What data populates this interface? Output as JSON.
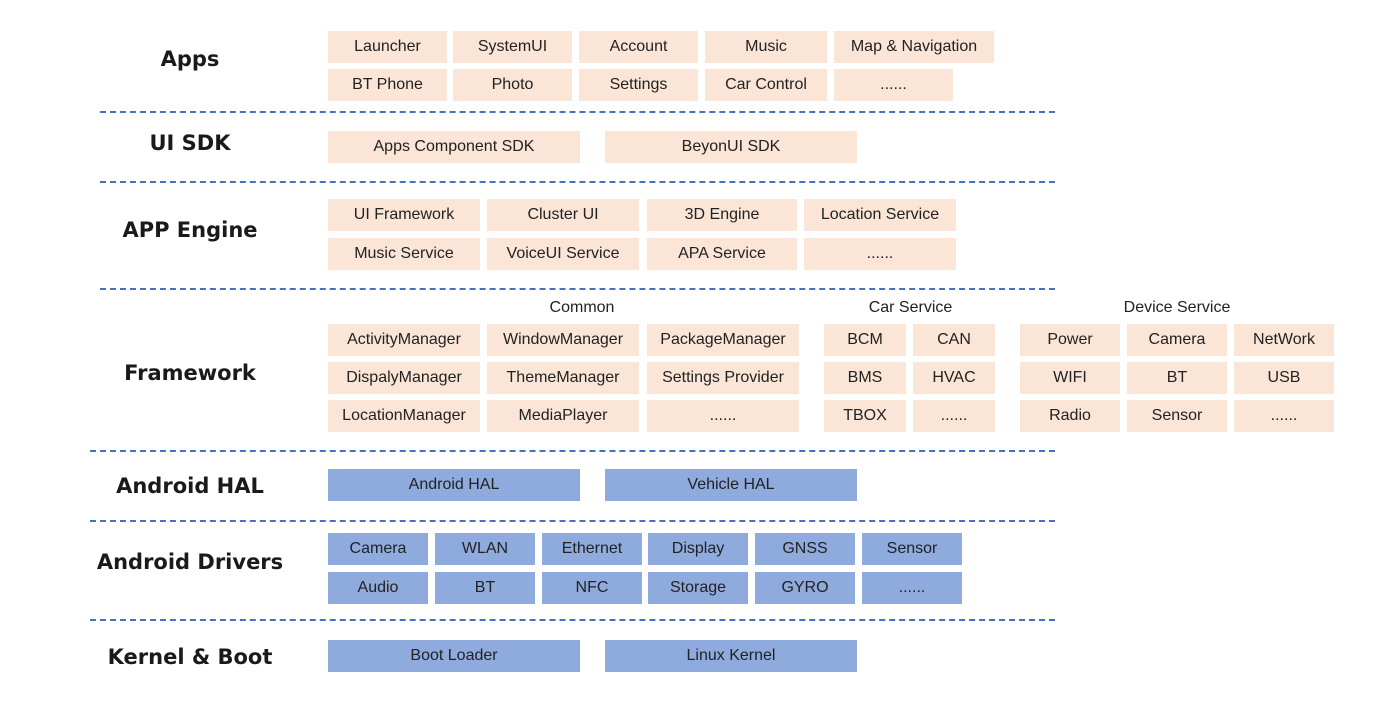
{
  "layers": {
    "apps": "Apps",
    "ui_sdk": "UI SDK",
    "app_engine": "APP Engine",
    "framework": "Framework",
    "android_hal": "Android HAL",
    "android_drivers": "Android Drivers",
    "kernel_boot": "Kernel & Boot"
  },
  "apps": {
    "row1": [
      "Launcher",
      "SystemUI",
      "Account",
      "Music",
      "Map & Navigation"
    ],
    "row2": [
      "BT Phone",
      "Photo",
      "Settings",
      "Car Control",
      "......"
    ]
  },
  "ui_sdk": [
    "Apps Component SDK",
    "BeyonUI SDK"
  ],
  "app_engine": {
    "row1": [
      "UI Framework",
      "Cluster UI",
      "3D Engine",
      "Location Service"
    ],
    "row2": [
      "Music Service",
      "VoiceUI Service",
      "APA Service",
      "......"
    ]
  },
  "framework": {
    "common_title": "Common",
    "car_service_title": "Car Service",
    "device_service_title": "Device Service",
    "common": [
      [
        "ActivityManager",
        "WindowManager",
        "PackageManager"
      ],
      [
        "DispalyManager",
        "ThemeManager",
        "Settings Provider"
      ],
      [
        "LocationManager",
        "MediaPlayer",
        "......"
      ]
    ],
    "car_service": [
      [
        "BCM",
        "CAN"
      ],
      [
        "BMS",
        "HVAC"
      ],
      [
        "TBOX",
        "......"
      ]
    ],
    "device_service": [
      [
        "Power",
        "Camera",
        "NetWork"
      ],
      [
        "WIFI",
        "BT",
        "USB"
      ],
      [
        "Radio",
        "Sensor",
        "......"
      ]
    ]
  },
  "android_hal": [
    "Android HAL",
    "Vehicle HAL"
  ],
  "android_drivers": {
    "row1": [
      "Camera",
      "WLAN",
      "Ethernet",
      "Display",
      "GNSS",
      "Sensor"
    ],
    "row2": [
      "Audio",
      "BT",
      "NFC",
      "Storage",
      "GYRO",
      "......"
    ]
  },
  "kernel_boot": [
    "Boot Loader",
    "Linux Kernel"
  ],
  "colors": {
    "peach": "#fbe5d6",
    "blue": "#8faadc",
    "separator": "#4472c4"
  }
}
